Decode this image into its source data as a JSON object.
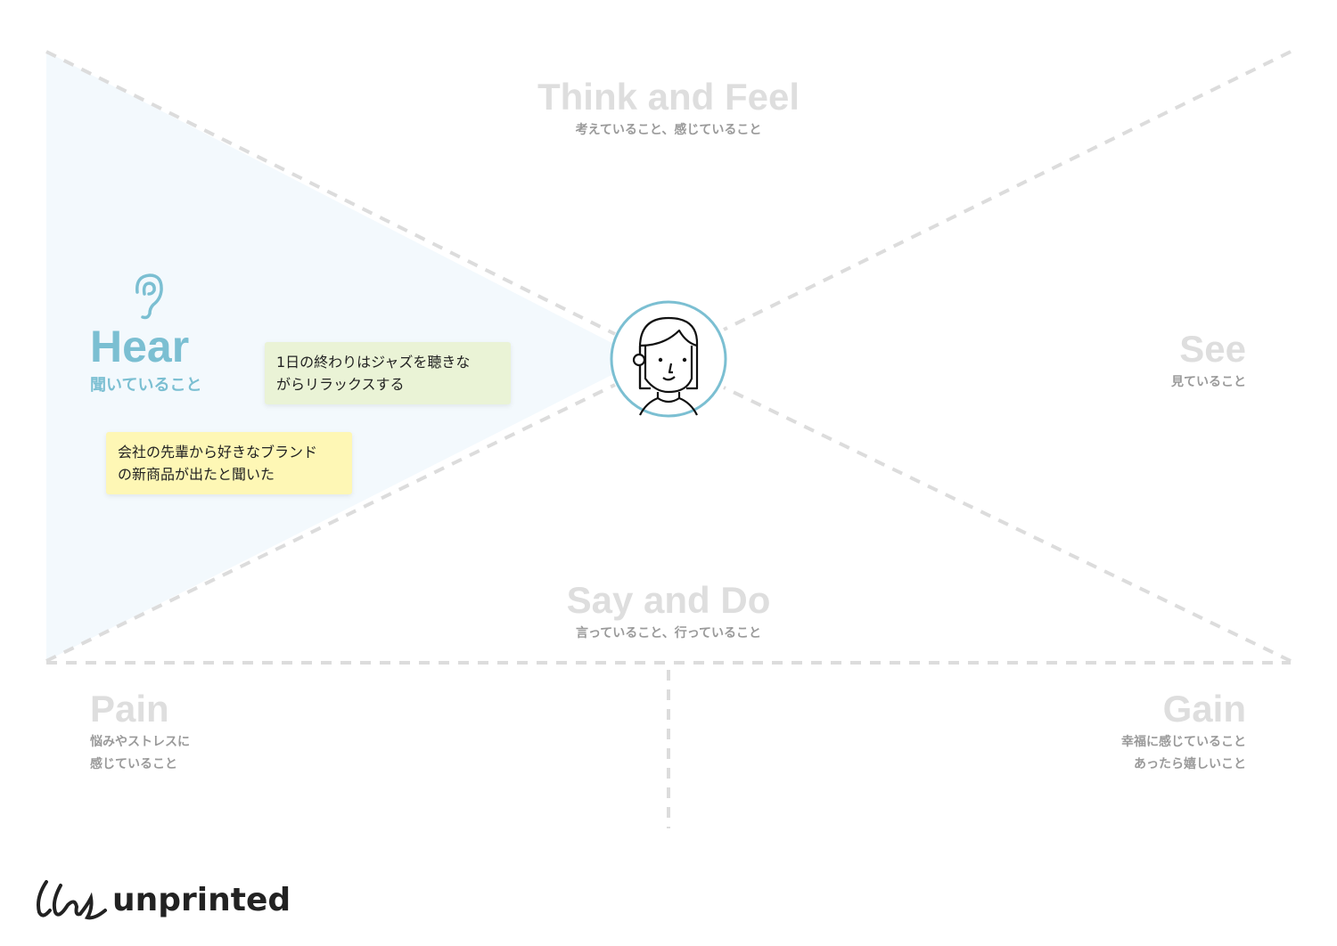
{
  "sections": {
    "think_feel": {
      "title": "Think and Feel",
      "subtitle": "考えていること、感じていること"
    },
    "hear": {
      "title": "Hear",
      "subtitle": "聞いていること",
      "icon": "ear-icon",
      "color": "#7bbfd2"
    },
    "see": {
      "title": "See",
      "subtitle": "見ていること"
    },
    "say_do": {
      "title": "Say and Do",
      "subtitle": "言っていること、行っていること"
    },
    "pain": {
      "title": "Pain",
      "subtitle_lines": [
        "悩みやストレスに",
        "感じていること"
      ]
    },
    "gain": {
      "title": "Gain",
      "subtitle_lines": [
        "幸福に感じていること",
        "あったら嬉しいこと"
      ]
    }
  },
  "notes": [
    {
      "lines": [
        "1日の終わりはジャズを聴きな",
        "がらリラックスする"
      ],
      "color": "#eaf3d6"
    },
    {
      "lines": [
        "会社の先輩から好きなブランド",
        "の新商品が出たと聞いた"
      ],
      "color": "#fef7b5"
    }
  ],
  "brand": {
    "name": "unprinted"
  }
}
